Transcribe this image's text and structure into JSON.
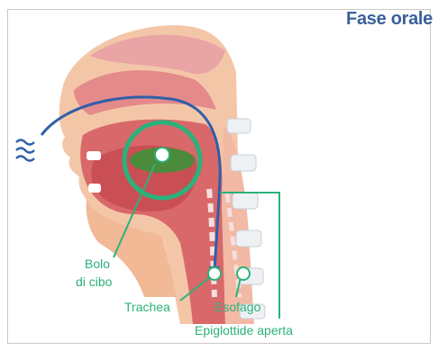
{
  "title": "Fase orale",
  "labels": {
    "bolus_line1": "Bolo",
    "bolus_line2": "di cibo",
    "trachea": "Trachea",
    "esophagus": "Esofago",
    "epiglottis": "Epiglottide aperta"
  },
  "icons": {
    "breath": "airflow-waves-icon"
  },
  "colors": {
    "title": "#3a5f9c",
    "label": "#2bb27a",
    "airflow": "#2f5fa8",
    "tissue": "#d9686a",
    "tongue": "#c94f55",
    "bolus": "#4c8a3c",
    "vertebrae": "#eef1f4"
  }
}
